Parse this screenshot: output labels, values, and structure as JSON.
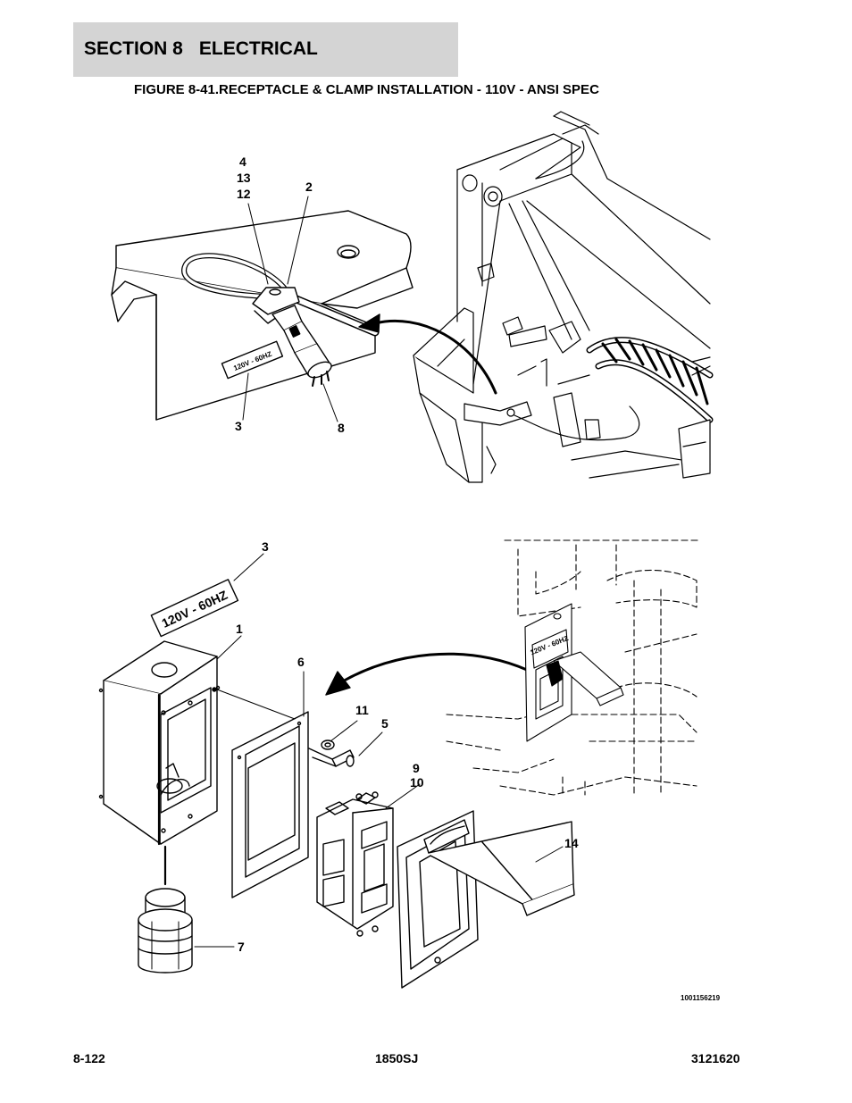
{
  "section": {
    "number": "SECTION 8",
    "name": "ELECTRICAL"
  },
  "figure_title": "FIGURE 8-41.RECEPTACLE & CLAMP INSTALLATION - 110V - ANSI SPEC",
  "top_callouts": {
    "a1": "4",
    "a2": "13",
    "a3": "12",
    "b": "2",
    "c": "3",
    "d": "8"
  },
  "bottom_callouts": {
    "c3": "3",
    "c1": "1",
    "c6": "6",
    "c11": "11",
    "c5": "5",
    "c9": "9",
    "c10": "10",
    "c14": "14",
    "c7": "7"
  },
  "label_text": "120V - 60HZ",
  "drawing_number": "1001156219",
  "footer": {
    "left": "8-122",
    "center": "1850SJ",
    "right": "3121620"
  }
}
